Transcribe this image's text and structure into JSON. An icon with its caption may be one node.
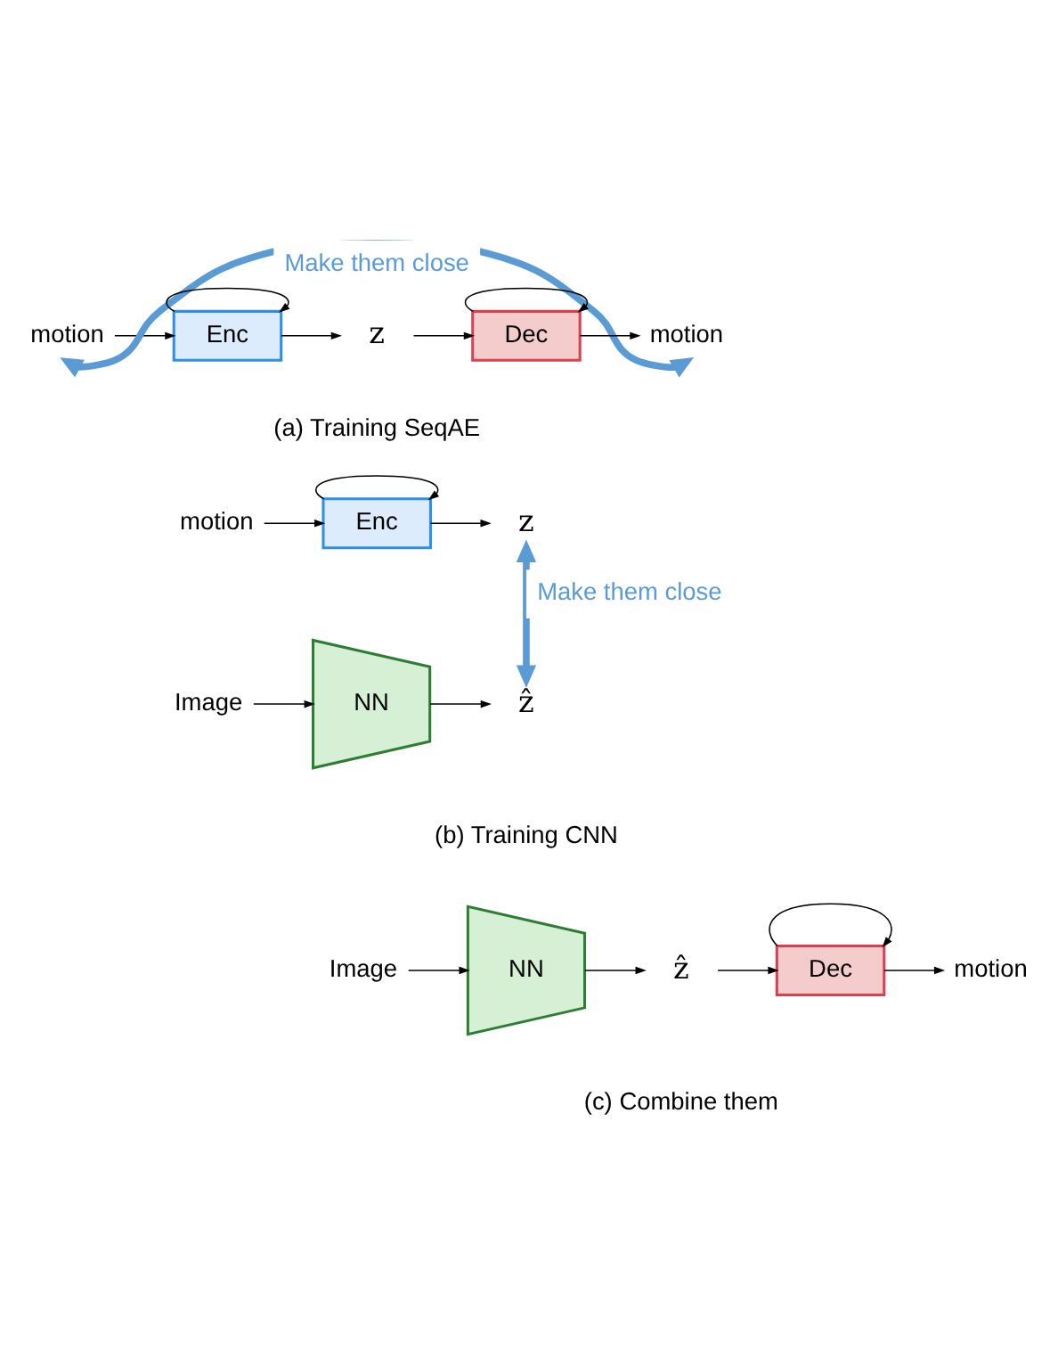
{
  "diagram": {
    "nodes": [
      {
        "text": [
          "motion"
        ]
      },
      {
        "text": [
          "Enc"
        ]
      },
      {
        "text": [
          "z"
        ]
      },
      {
        "text": [
          "Dec"
        ]
      },
      {
        "text": [
          "motion"
        ]
      },
      {
        "text": [
          "motion"
        ]
      },
      {
        "text": [
          "Enc"
        ]
      },
      {
        "text": [
          "z"
        ]
      },
      {
        "text": [
          "Image"
        ]
      },
      {
        "text": [
          "NN"
        ]
      },
      {
        "text": [
          "ẑ"
        ]
      },
      {
        "text": [
          "Image"
        ]
      },
      {
        "text": [
          "NN"
        ]
      },
      {
        "text": [
          "ẑ"
        ]
      },
      {
        "text": [
          "Dec"
        ]
      },
      {
        "text": [
          "motion"
        ]
      }
    ],
    "edges": [
      {
        "from": 0,
        "to": 1,
        "arrow": "to"
      },
      {
        "from": 1,
        "to": 1,
        "arrow": "to"
      },
      {
        "from": 1,
        "to": 2,
        "arrow": "to"
      },
      {
        "from": 2,
        "to": 3,
        "arrow": "to"
      },
      {
        "from": 3,
        "to": 3,
        "arrow": "to"
      },
      {
        "from": 3,
        "to": 4,
        "arrow": "to"
      },
      {
        "from": 0,
        "to": 4,
        "arrow": "both",
        "label": "Make them close",
        "style": "thick",
        "color": "#5b9bd5"
      },
      {
        "from": 5,
        "to": 6,
        "arrow": "to"
      },
      {
        "from": 6,
        "to": 6,
        "arrow": "to"
      },
      {
        "from": 6,
        "to": 7,
        "arrow": "to"
      },
      {
        "from": 8,
        "to": 9,
        "arrow": "to"
      },
      {
        "from": 9,
        "to": 10,
        "arrow": "to"
      },
      {
        "from": 7,
        "to": 10,
        "arrow": "both",
        "label": "Make them close",
        "style": "thick",
        "color": "#5b9bd5"
      },
      {
        "from": 11,
        "to": 12,
        "arrow": "to"
      },
      {
        "from": 12,
        "to": 13,
        "arrow": "to"
      },
      {
        "from": 13,
        "to": 14,
        "arrow": "to"
      },
      {
        "from": 14,
        "to": 14,
        "arrow": "to"
      },
      {
        "from": 14,
        "to": 15,
        "arrow": "to"
      }
    ],
    "labels": [
      "(a) Training SeqAE",
      "(b) Training CNN",
      "(c) Combine them"
    ]
  }
}
